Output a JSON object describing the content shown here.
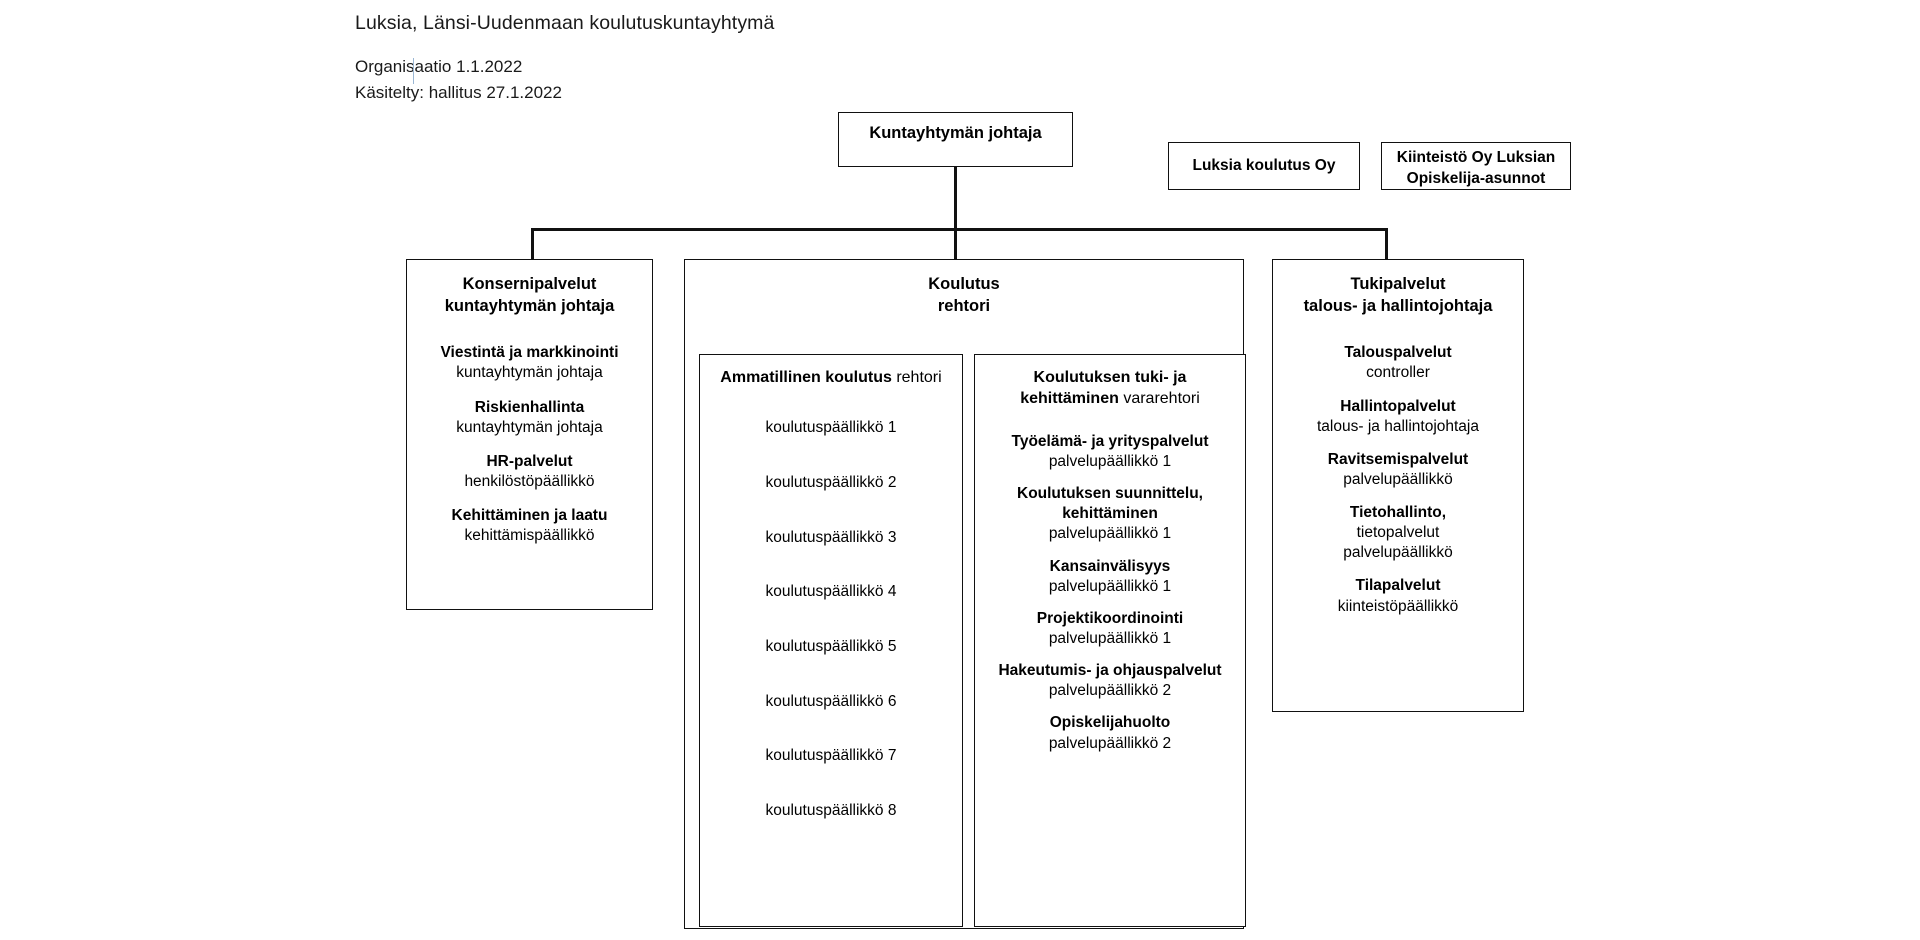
{
  "document": {
    "title": "Luksia, Länsi-Uudenmaan koulutuskuntayhtymä",
    "subtitle_1": "Organisaatio 1.1.2022",
    "subtitle_2": "Käsitelty: hallitus 27.1.2022"
  },
  "colors": {
    "box_border": "#111111",
    "connector": "#111111",
    "text": "#000000",
    "background": "#ffffff"
  },
  "top": {
    "director": {
      "title": "Kuntayhtymän johtaja"
    },
    "subsidiaries": [
      {
        "title": "Luksia koulutus Oy"
      },
      {
        "title": "Kiinteistö Oy Luksian\nOpiskelija-asunnot"
      }
    ]
  },
  "columns": [
    {
      "id": "konsernipalvelut",
      "title": "Konsernipalvelut",
      "role": "kuntayhtymän johtaja",
      "units": [
        {
          "name": "Viestintä ja markkinointi",
          "role": "kuntayhtymän johtaja"
        },
        {
          "name": "Riskienhallinta",
          "role": "kuntayhtymän johtaja"
        },
        {
          "name": "HR-palvelut",
          "role": "henkilöstöpäällikkö"
        },
        {
          "name": "Kehittäminen ja laatu",
          "role": "kehittämispäällikkö"
        }
      ]
    },
    {
      "id": "koulutus",
      "title": "Koulutus",
      "role": "rehtori",
      "subboxes": [
        {
          "id": "ammatillinen-koulutus",
          "title": "Ammatillinen koulutus",
          "role": "rehtori",
          "units": [
            {
              "name": "",
              "role": "koulutuspäällikkö 1"
            },
            {
              "name": "",
              "role": "koulutuspäällikkö 2"
            },
            {
              "name": "",
              "role": "koulutuspäällikkö 3"
            },
            {
              "name": "",
              "role": "koulutuspäällikkö 4"
            },
            {
              "name": "",
              "role": "koulutuspäällikkö 5"
            },
            {
              "name": "",
              "role": "koulutuspäällikkö 6"
            },
            {
              "name": "",
              "role": "koulutuspäällikkö 7"
            },
            {
              "name": "",
              "role": "koulutuspäällikkö 8"
            }
          ]
        },
        {
          "id": "koulutuksen-tuki-ja-kehittaminen",
          "title": "Koulutuksen tuki- ja\nkehittäminen",
          "role": "vararehtori",
          "units": [
            {
              "name": "Työelämä- ja yrityspalvelut",
              "role": "palvelupäällikkö 1"
            },
            {
              "name": "Koulutuksen suunnittelu,\nkehittäminen",
              "role": "palvelupäällikkö 1"
            },
            {
              "name": "Kansainvälisyys",
              "role": "palvelupäällikkö 1"
            },
            {
              "name": "Projektikoordinointi",
              "role": "palvelupäällikkö 1"
            },
            {
              "name": "Hakeutumis- ja ohjauspalvelut",
              "role": "palvelupäällikkö 2"
            },
            {
              "name": "Opiskelijahuolto",
              "role": "palvelupäällikkö 2"
            }
          ]
        }
      ]
    },
    {
      "id": "tukipalvelut",
      "title": "Tukipalvelut",
      "role": "talous- ja hallintojohtaja",
      "units": [
        {
          "name": "Talouspalvelut",
          "role": "controller"
        },
        {
          "name": "Hallintopalvelut",
          "role": "talous- ja hallintojohtaja"
        },
        {
          "name": "Ravitsemispalvelut",
          "role": "palvelupäällikkö"
        },
        {
          "name": "Tietohallinto,",
          "role": "tietopalvelut\npalvelupäällikkö"
        },
        {
          "name": "Tilapalvelut",
          "role": "kiinteistöpäällikkö"
        }
      ]
    }
  ]
}
